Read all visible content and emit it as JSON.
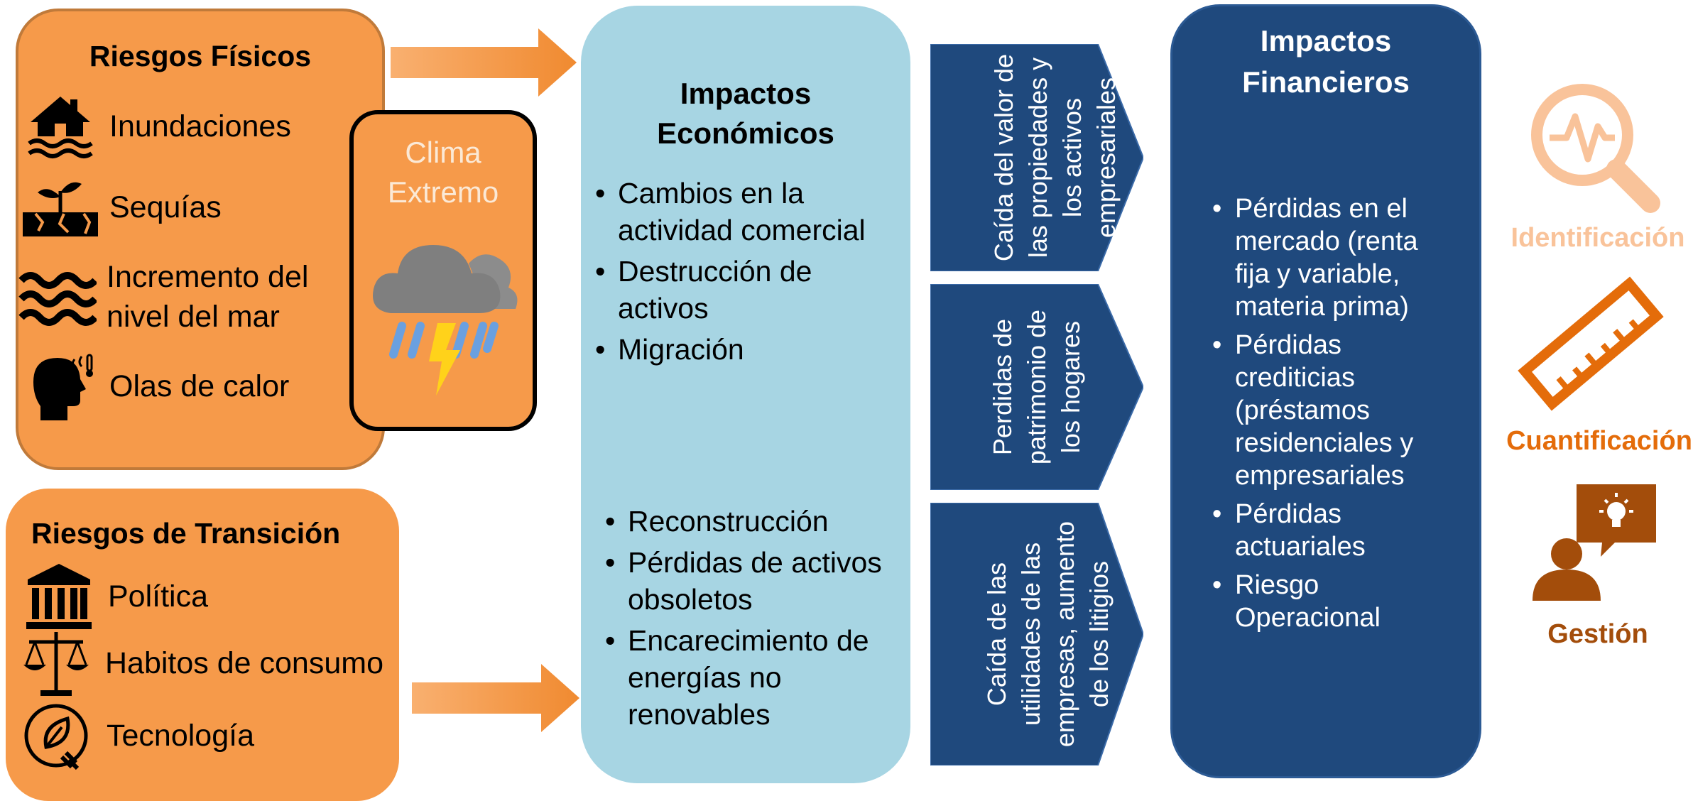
{
  "riesgos_fisicos": {
    "title": "Riesgos Físicos",
    "items": [
      "Inundaciones",
      "Sequías",
      "Incremento del\nnivel del mar",
      "Olas de calor"
    ]
  },
  "clima": {
    "label": "Clima\nExtremo"
  },
  "riesgos_transicion": {
    "title": "Riesgos de Transición",
    "items": [
      "Política",
      "Habitos de consumo",
      "Tecnología"
    ]
  },
  "impactos_economicos": {
    "title": "Impactos\nEconómicos",
    "group1": [
      "Cambios en la actividad comercial",
      "Destrucción de activos",
      "Migración"
    ],
    "group2": [
      "Reconstrucción",
      "Pérdidas de activos obsoletos",
      "Encarecimiento de energías no renovables"
    ]
  },
  "canales": [
    "Caída del valor de las propiedades y los activos empresariales",
    "Perdidas de patrimonio de los hogares",
    "Caída de las utilidades de las empresas, aumento de los litigios"
  ],
  "impactos_financieros": {
    "title": "Impactos\nFinancieros",
    "items": [
      "Pérdidas en el mercado (renta fija y variable, materia prima)",
      "Pérdidas crediticias (préstamos residenciales y empresariales",
      "Pérdidas actuariales",
      "Riesgo Operacional"
    ]
  },
  "etapas": [
    "Identificación",
    "Cuantificación",
    "Gestión"
  ],
  "colors": {
    "orange": "#f69a4a",
    "light_blue": "#a7d5e3",
    "navy": "#1f497d",
    "peach": "#f9c39a",
    "brand_orange": "#e46c0a",
    "brown": "#a34d0b"
  }
}
